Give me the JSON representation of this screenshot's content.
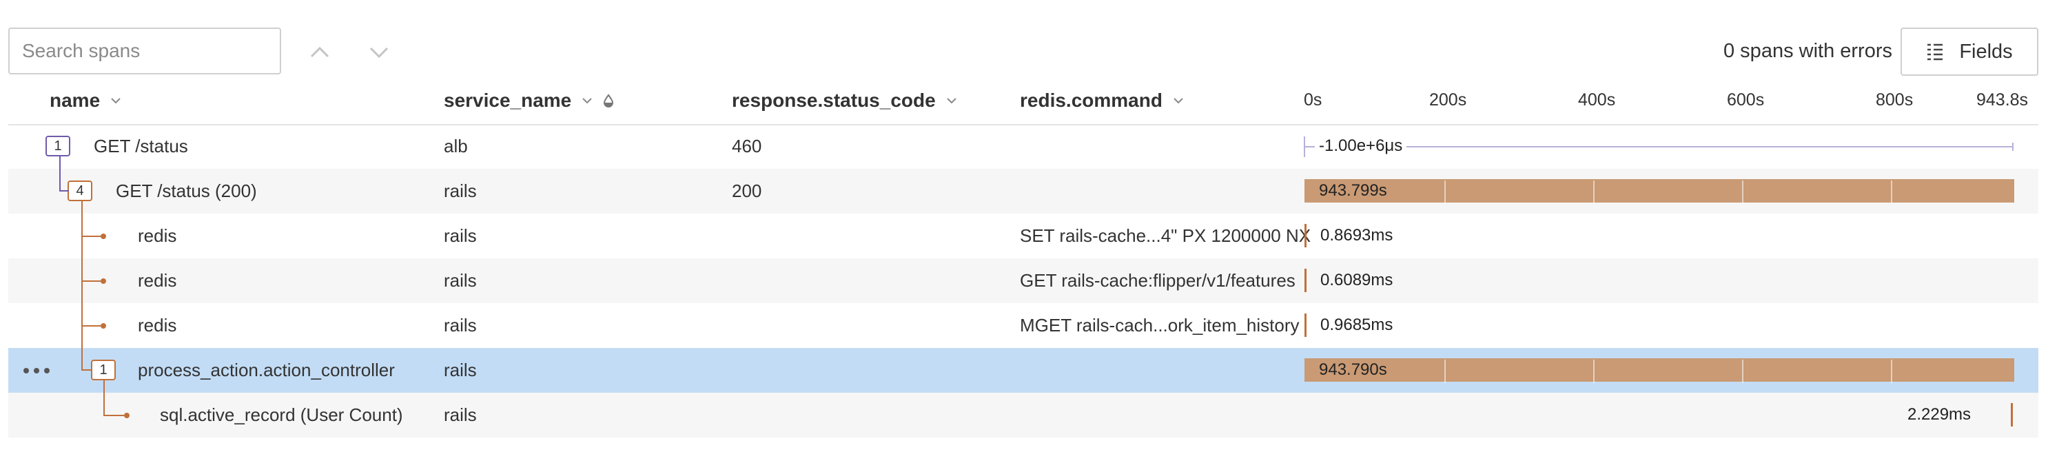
{
  "toolbar": {
    "search_placeholder": "Search spans",
    "errors_text": "0 spans with errors",
    "fields_label": "Fields"
  },
  "columns": {
    "name": "name",
    "service_name": "service_name",
    "status_code": "response.status_code",
    "redis_command": "redis.command"
  },
  "timeline": {
    "ticks": [
      "0s",
      "200s",
      "400s",
      "600s",
      "800s",
      "943.8s"
    ]
  },
  "rows": [
    {
      "badge": "1",
      "name": "GET /status",
      "service": "alb",
      "status": "460",
      "redis": "",
      "duration": "-1.00e+6μs"
    },
    {
      "badge": "4",
      "name": "GET /status (200)",
      "service": "rails",
      "status": "200",
      "redis": "",
      "duration": "943.799s"
    },
    {
      "badge": "",
      "name": "redis",
      "service": "rails",
      "status": "",
      "redis": "SET rails-cache...4\" PX 1200000 NX",
      "duration": "0.8693ms"
    },
    {
      "badge": "",
      "name": "redis",
      "service": "rails",
      "status": "",
      "redis": "GET rails-cache:flipper/v1/features",
      "duration": "0.6089ms"
    },
    {
      "badge": "",
      "name": "redis",
      "service": "rails",
      "status": "",
      "redis": "MGET rails-cach...ork_item_history",
      "duration": "0.9685ms"
    },
    {
      "badge": "1",
      "name": "process_action.action_controller",
      "service": "rails",
      "status": "",
      "redis": "",
      "duration": "943.790s"
    },
    {
      "badge": "",
      "name": "sql.active_record (User Count)",
      "service": "rails",
      "status": "",
      "redis": "",
      "duration": "2.229ms"
    }
  ],
  "colors": {
    "bar": "#c99a74",
    "selected_row": "#c3dcf5",
    "tree_orange": "#c0703a",
    "tree_purple": "#6f5aa9"
  }
}
